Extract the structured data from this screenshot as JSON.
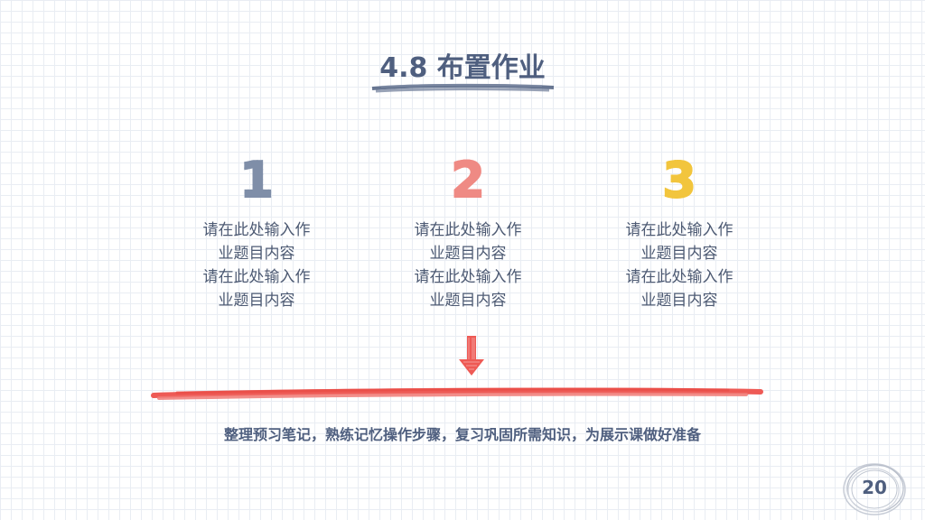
{
  "slide": {
    "title": "4.8 布置作业",
    "columns": [
      {
        "number": "1",
        "lines": [
          "请在此处输入作",
          "业题目内容",
          "请在此处输入作",
          "业题目内容"
        ]
      },
      {
        "number": "2",
        "lines": [
          "请在此处输入作",
          "业题目内容",
          "请在此处输入作",
          "业题目内容"
        ]
      },
      {
        "number": "3",
        "lines": [
          "请在此处输入作",
          "业题目内容",
          "请在此处输入作",
          "业题目内容"
        ]
      }
    ],
    "summary": "整理预习笔记，熟练记忆操作步骤，复习巩固所需知识，为展示课做好准备",
    "page_number": "20"
  },
  "colors": {
    "title": "#4f5f7f",
    "number_1": "#7f8ea8",
    "number_2": "#ef8a84",
    "number_3": "#f2c53d",
    "accent_red": "#ee5a55",
    "grid": "#e9edf3"
  },
  "icons": [
    "brush-underline",
    "down-arrow-icon",
    "red-brush-stroke",
    "sketch-circle"
  ]
}
